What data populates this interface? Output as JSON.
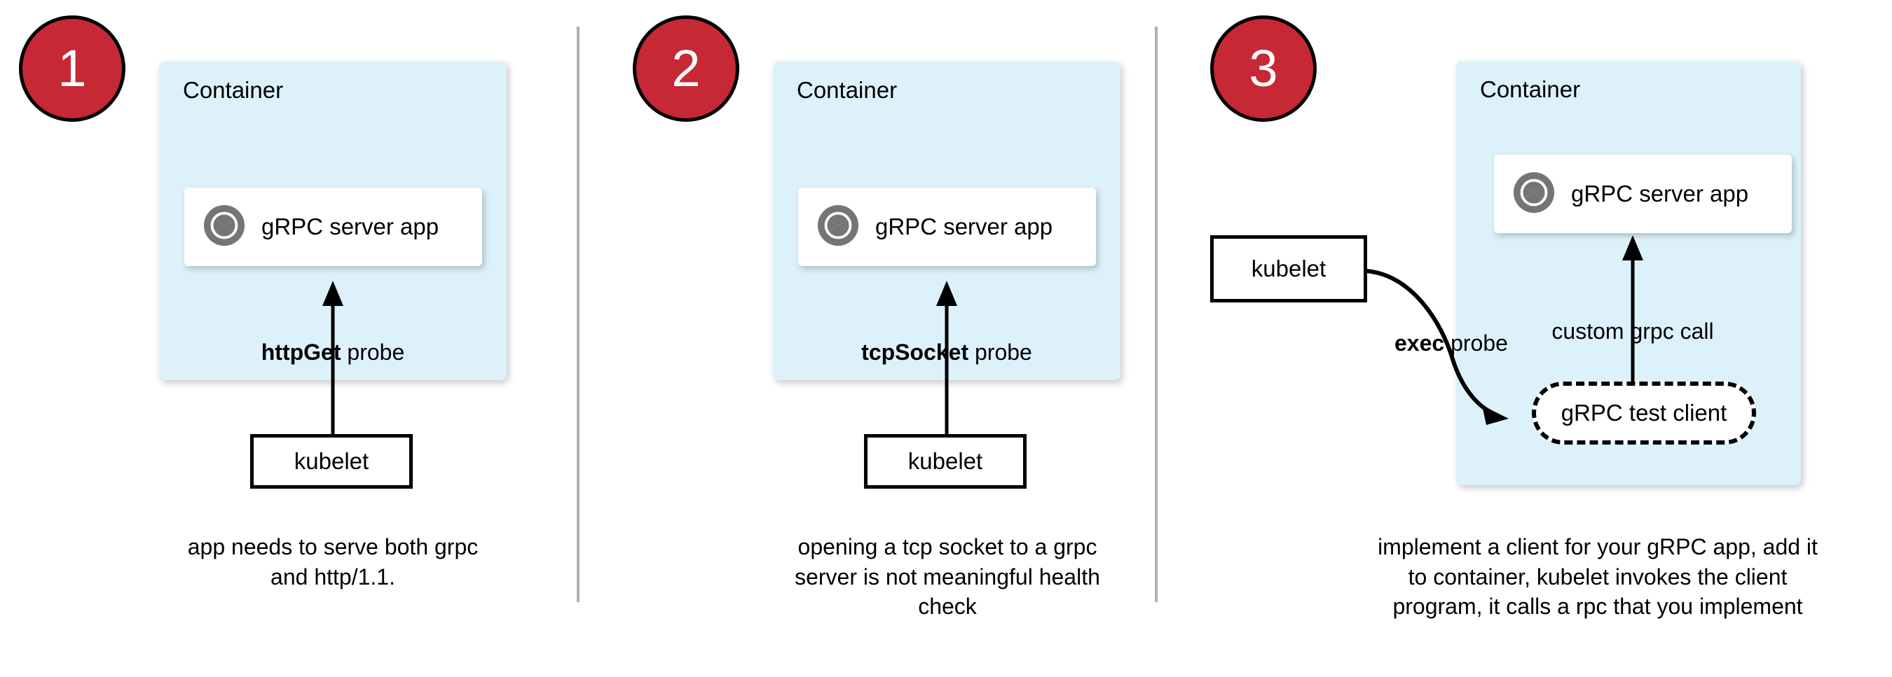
{
  "diagram": {
    "title": "gRPC health check probe approaches",
    "colors": {
      "badge_fill": "#c62836",
      "badge_border": "#000000",
      "badge_text": "#ffffff",
      "container_fill": "#ddf1fb",
      "card_fill": "#ffffff",
      "stroke": "#000000",
      "divider": "#b0b0b0",
      "icon_grey": "#757575",
      "page_bg": "#ffffff"
    },
    "panels": [
      {
        "number": "1",
        "container_label": "Container",
        "app_label": "gRPC server app",
        "app_icon": "grpc-aperture-icon",
        "probe_label_bold": "httpGet",
        "probe_label_rest": " probe",
        "kubelet_label": "kubelet",
        "caption": "app needs to serve both grpc and http/1.1."
      },
      {
        "number": "2",
        "container_label": "Container",
        "app_label": "gRPC server app",
        "app_icon": "grpc-aperture-icon",
        "probe_label_bold": "tcpSocket",
        "probe_label_rest": " probe",
        "kubelet_label": "kubelet",
        "caption": "opening a tcp socket to a grpc server is not meaningful health check"
      },
      {
        "number": "3",
        "container_label": "Container",
        "app_label": "gRPC server app",
        "app_icon": "grpc-aperture-icon",
        "probe_label_bold": "exec",
        "probe_label_rest": " probe",
        "kubelet_label": "kubelet",
        "client_label": "gRPC test client",
        "call_label": "custom grpc call",
        "caption": "implement a client for your gRPC app, add it to container, kubelet invokes the client program, it calls a rpc that you implement"
      }
    ]
  }
}
